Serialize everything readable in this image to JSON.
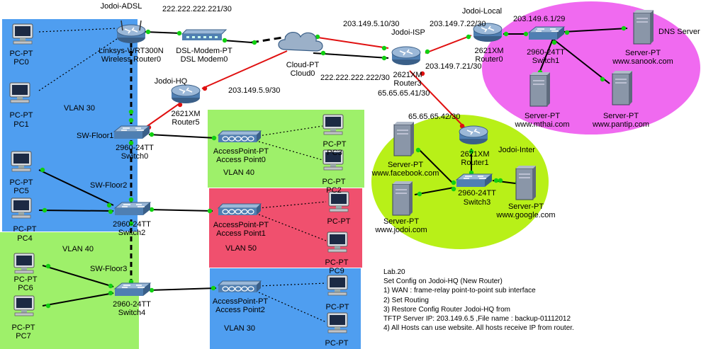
{
  "colors": {
    "vlan_blue": "#4f9ef0",
    "vlan_green": "#9ef06a",
    "vlan_red": "#f0506e",
    "dns_magenta": "#f06af0",
    "inter_green": "#b8f018",
    "link_black": "#000000",
    "link_red": "#e01010",
    "port_green": "#10d010",
    "port_red": "#e01010"
  },
  "zones": {
    "vlan30_top": "VLAN 30",
    "vlan40_ap": "VLAN 40",
    "vlan50_ap": "VLAN 50",
    "vlan40_left": "VLAN 40",
    "vlan30_ap": "VLAN 30",
    "dns_server": "DNS Server",
    "jodoi_inter": "Jodoi-Inter"
  },
  "devices": {
    "router_adsl": {
      "hostname": "Jodoi-ADSL",
      "model": "Linksys-WRT300N",
      "name": "Wireless Router0",
      "icon": "wireless-router-icon"
    },
    "modem": {
      "model": "DSL-Modem-PT",
      "name": "DSL Modem0",
      "icon": "dsl-modem-icon"
    },
    "cloud": {
      "model": "Cloud-PT",
      "name": "Cloud0",
      "icon": "cloud-icon"
    },
    "router_isp": {
      "hostname": "Jodoi-ISP",
      "model": "2621XM",
      "name": "Router3",
      "icon": "router-icon"
    },
    "router_local": {
      "hostname": "Jodoi-Local",
      "model": "2621XM",
      "name": "Router0",
      "icon": "router-icon"
    },
    "router_hq": {
      "hostname": "Jodoi-HQ",
      "model": "2621XM",
      "name": "Router5",
      "icon": "router-icon"
    },
    "router_inter": {
      "model": "2621XM",
      "name": "Router1",
      "icon": "router-icon"
    },
    "switch0": {
      "hostname": "SW-Floor1",
      "model": "2960-24TT",
      "name": "Switch0",
      "icon": "switch-icon"
    },
    "switch2": {
      "hostname": "SW-Floor2",
      "model": "2960-24TT",
      "name": "Switch2",
      "icon": "switch-icon"
    },
    "switch4": {
      "hostname": "SW-Floor3",
      "model": "2960-24TT",
      "name": "Switch4",
      "icon": "switch-icon"
    },
    "switch1": {
      "model": "2960-24TT",
      "name": "Switch1",
      "icon": "switch-icon"
    },
    "switch3": {
      "model": "2960-24TT",
      "name": "Switch3",
      "icon": "switch-icon"
    },
    "ap0": {
      "model": "AccessPoint-PT",
      "name": "Access Point0",
      "icon": "access-point-icon"
    },
    "ap1": {
      "model": "AccessPoint-PT",
      "name": "Access Point1",
      "icon": "access-point-icon"
    },
    "ap2": {
      "model": "AccessPoint-PT",
      "name": "Access Point2",
      "icon": "access-point-icon"
    },
    "pc0": {
      "model": "PC-PT",
      "name": "PC0",
      "icon": "pc-icon"
    },
    "pc1": {
      "model": "PC-PT",
      "name": "PC1",
      "icon": "pc-icon"
    },
    "pc5": {
      "model": "PC-PT",
      "name": "PC5",
      "icon": "pc-icon"
    },
    "pc4": {
      "model": "PC-PT",
      "name": "PC4",
      "icon": "pc-icon"
    },
    "pc6": {
      "model": "PC-PT",
      "name": "PC6",
      "icon": "pc-icon"
    },
    "pc7": {
      "model": "PC-PT",
      "name": "PC7",
      "icon": "pc-icon"
    },
    "pc3": {
      "model": "PC-PT",
      "name": "PC3",
      "icon": "pc-icon"
    },
    "pc2": {
      "model": "PC-PT",
      "name": "PC2",
      "icon": "pc-icon"
    },
    "pc_ap1a": {
      "model": "PC-PT",
      "icon": "pc-icon"
    },
    "pc_ap1b": {
      "model": "PC-PT",
      "icon": "pc-icon"
    },
    "pc9": {
      "name": "PC9"
    },
    "pc_ap2a": {
      "model": "PC-PT",
      "icon": "pc-icon"
    },
    "pc_ap2b": {
      "model": "PC-PT",
      "icon": "pc-icon"
    },
    "srv_sanook": {
      "model": "Server-PT",
      "name": "www.sanook.com",
      "icon": "server-icon"
    },
    "srv_mthai": {
      "model": "Server-PT",
      "name": "www.mthai.com",
      "icon": "server-icon"
    },
    "srv_pantip": {
      "model": "Server-PT",
      "name": "www.pantip.com",
      "icon": "server-icon"
    },
    "srv_facebook": {
      "model": "Server-PT",
      "name": "www.facebook.com",
      "icon": "server-icon"
    },
    "srv_jodoi": {
      "model": "Server-PT",
      "name": "www.jodoi.com",
      "icon": "server-icon"
    },
    "srv_google": {
      "model": "Server-PT",
      "name": "www.google.com",
      "icon": "server-icon"
    }
  },
  "ip_labels": {
    "adsl_wan": "222.222.222.221/30",
    "isp_hq": "203.149.5.10/30",
    "isp_local": "203.149.7.22/30",
    "local_lan": "203.149.6.1/29",
    "isp_local_side": "203.149.7.21/30",
    "hq_wan": "203.149.5.9/30",
    "isp_cloud": "222.222.222.222/30",
    "isp_inter": "65.65.65.41/30",
    "inter_wan": "65.65.65.42/30"
  },
  "notes": [
    "Lab.20",
    "Set Config on Jodoi-HQ (New Router)",
    "1) WAN : frame-relay point-to-point sub interface",
    "2) Set Routing",
    "3) Restore  Config Router Jodoi-HQ from",
    "TFTP Server IP: 203.149.6.5 ,File name : backup-01112012",
    "4) All Hosts can use website. All hosts receive IP from router."
  ]
}
